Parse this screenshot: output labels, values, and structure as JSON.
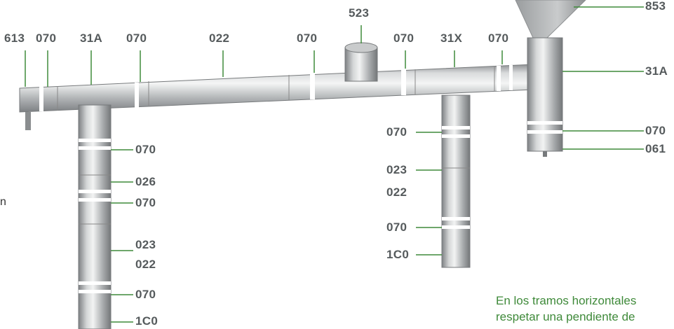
{
  "colors": {
    "leader": "#3f8a3a",
    "label": "#555a5c",
    "note": "#3f8a3a"
  },
  "labels": {
    "top_613": "613",
    "top_070a": "070",
    "top_31A": "31A",
    "top_070b": "070",
    "top_022": "022",
    "top_070c": "070",
    "top_523": "523",
    "top_070d": "070",
    "top_31X": "31X",
    "top_070e": "070",
    "r_853": "853",
    "r_31A": "31A",
    "r_070": "070",
    "r_061": "061",
    "l_070a": "070",
    "l_026": "026",
    "l_070b": "070",
    "l_023": "023",
    "l_022": "022",
    "l_070c": "070",
    "l_1C0": "1C0",
    "m_070a": "070",
    "m_023": "023",
    "m_022": "022",
    "m_070b": "070",
    "m_1C0": "1C0"
  },
  "stray_text": "n",
  "note": {
    "line1": "En los tramos horizontales",
    "line2": "respetar una pendiente de"
  }
}
